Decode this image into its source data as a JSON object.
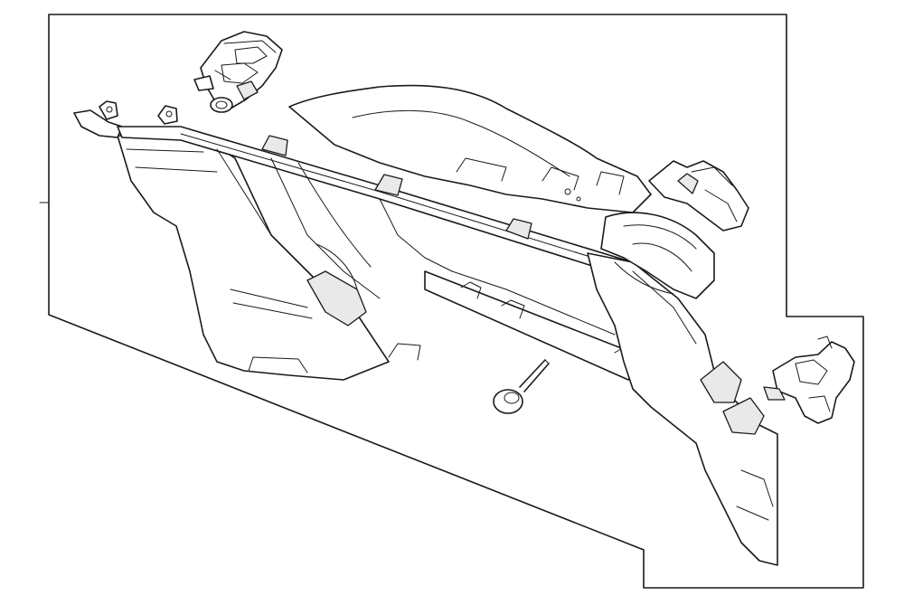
{
  "diagram": {
    "kind": "exploded parts illustration",
    "background_color": "#ffffff",
    "line_color": "#1a1a1a",
    "parts": [
      {
        "id": "glove-box-body",
        "icon": "glove-box-icon"
      },
      {
        "id": "latch-assembly",
        "icon": "latch-icon"
      },
      {
        "id": "damper-stopper",
        "icon": "pin-icon"
      },
      {
        "id": "side-bracket",
        "icon": "bracket-icon"
      }
    ]
  }
}
